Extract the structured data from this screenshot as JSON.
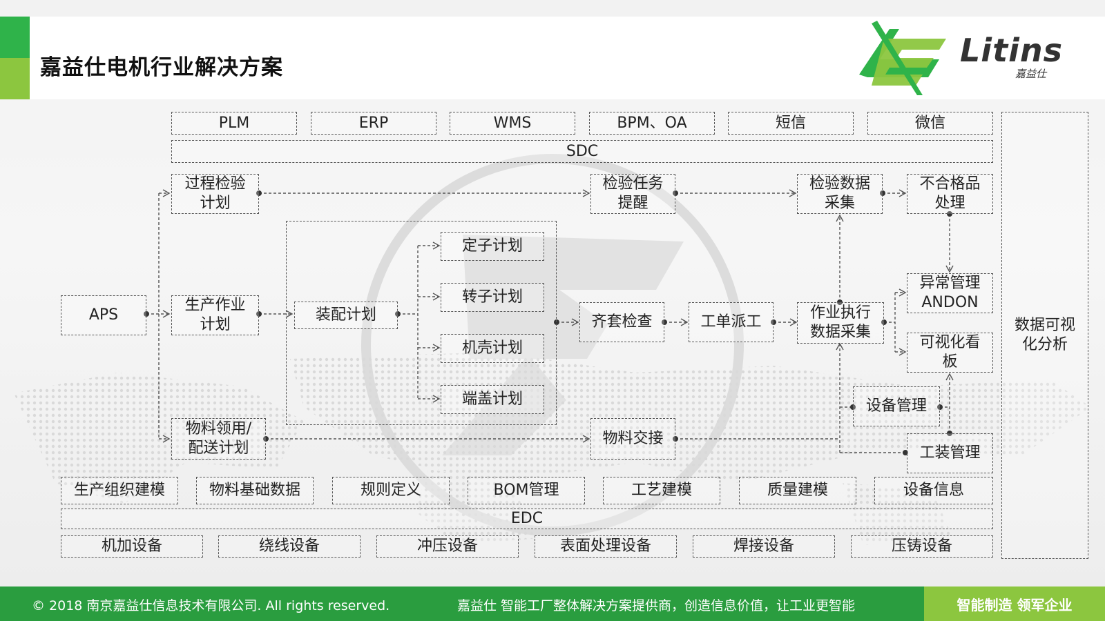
{
  "header": {
    "title": "嘉益仕电机行业解决方案",
    "logo_text": "Litins",
    "logo_sub": "嘉益仕"
  },
  "colors": {
    "green": "#2fb34a",
    "lime": "#8cc63f",
    "dark_green": "#2a9d3f",
    "line": "#555555"
  },
  "diagram": {
    "top_systems": [
      "PLM",
      "ERP",
      "WMS",
      "BPM、OA",
      "短信",
      "微信"
    ],
    "sdc": "SDC",
    "aps": "APS",
    "inspection_plan": "过程检验\n计划",
    "production_plan": "生产作业\n计划",
    "material_plan": "物料领用/\n配送计划",
    "assembly_plan": "装配计划",
    "sub_plans": [
      "定子计划",
      "转子计划",
      "机壳计划",
      "端盖计划"
    ],
    "inspection_task": "检验任务\n提醒",
    "kit_check": "齐套检查",
    "work_dispatch": "工单派工",
    "material_handover": "物料交接",
    "inspection_data": "检验数据\n采集",
    "execution_data": "作业执行\n数据采集",
    "nonconforming": "不合格品\n处理",
    "andon": "异常管理\nANDON",
    "kanban": "可视化看\n板",
    "equipment_mgmt": "设备管理",
    "tooling_mgmt": "工装管理",
    "data_analysis": "数据可视\n化分析",
    "base_data": [
      "生产组织建模",
      "物料基础数据",
      "规则定义",
      "BOM管理",
      "工艺建模",
      "质量建模",
      "设备信息"
    ],
    "edc": "EDC",
    "devices": [
      "机加设备",
      "绕线设备",
      "冲压设备",
      "表面处理设备",
      "焊接设备",
      "压铸设备"
    ]
  },
  "footer": {
    "copyright": "© 2018 南京嘉益仕信息技术有限公司.  All rights reserved.",
    "slogan": "嘉益仕 智能工厂整体解决方案提供商，创造信息价值，让工业更智能",
    "tagline": "智能制造 领军企业"
  }
}
